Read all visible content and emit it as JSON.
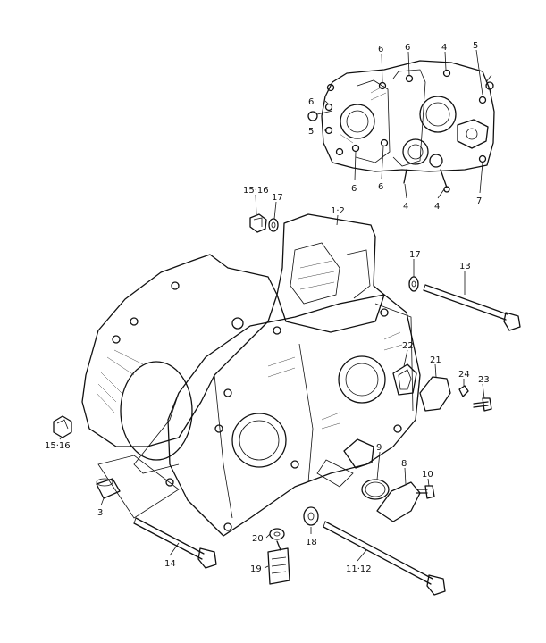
{
  "diagram": {
    "callouts": {
      "inset_top_left_6": "6",
      "inset_top_mid_6": "6",
      "inset_top_4": "4",
      "inset_top_right_5": "5",
      "inset_left_6": "6",
      "inset_left_5": "5",
      "inset_bottom_6a": "6",
      "inset_bottom_6b": "6",
      "inset_bottom_4a": "4",
      "inset_bottom_4b": "4",
      "inset_bottom_7": "7",
      "part_15_16_top": "15·16",
      "part_17_top": "17",
      "part_1_2": "1·2",
      "part_17_right": "17",
      "part_13": "13",
      "part_22": "22",
      "part_21": "21",
      "part_24": "24",
      "part_23": "23",
      "part_15_16_left": "15·16",
      "part_9": "9",
      "part_8": "8",
      "part_10": "10",
      "part_3": "3",
      "part_20": "20",
      "part_18": "18",
      "part_14": "14",
      "part_19": "19",
      "part_11_12": "11·12"
    }
  }
}
